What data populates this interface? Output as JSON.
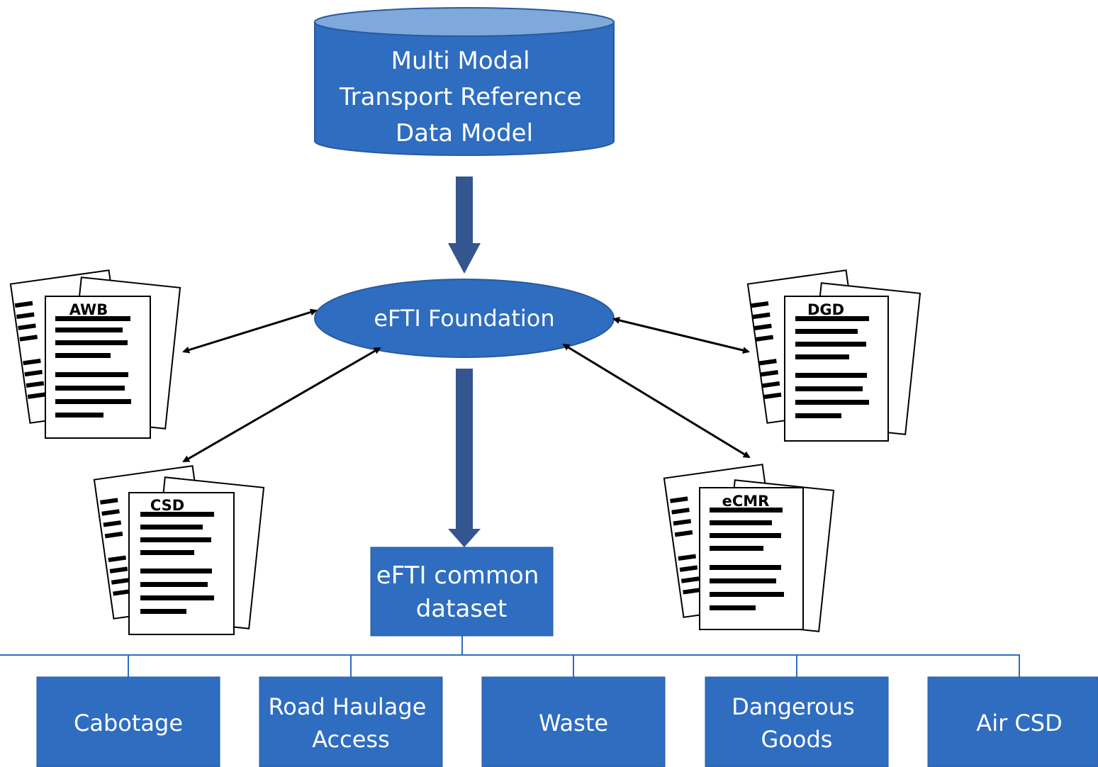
{
  "database": {
    "lines": [
      "Multi Modal",
      "Transport Reference",
      "Data Model"
    ]
  },
  "foundation": {
    "label": "eFTI Foundation"
  },
  "common_dataset": {
    "lines": [
      "eFTI common",
      "dataset"
    ]
  },
  "documents": [
    {
      "key": "awb",
      "title": "AWB"
    },
    {
      "key": "dgd",
      "title": "DGD"
    },
    {
      "key": "csd",
      "title": "CSD"
    },
    {
      "key": "ecmr",
      "title": "eCMR"
    }
  ],
  "categories": [
    {
      "key": "cabotage",
      "lines": [
        "Cabotage"
      ]
    },
    {
      "key": "road-haulage-access",
      "lines": [
        "Road Haulage",
        "Access"
      ]
    },
    {
      "key": "waste",
      "lines": [
        "Waste"
      ]
    },
    {
      "key": "dangerous-goods",
      "lines": [
        "Dangerous",
        "Goods"
      ]
    },
    {
      "key": "air-csd",
      "lines": [
        "Air CSD"
      ]
    }
  ],
  "colors": {
    "shape_fill": "#2E6DC0",
    "shape_stroke": "#2A5A9E",
    "cylinder_top": "#7FA8DB",
    "thick_arrow": "#34568F",
    "connector": "#2E6DC0",
    "text_on_shape": "#FFFFFF"
  }
}
